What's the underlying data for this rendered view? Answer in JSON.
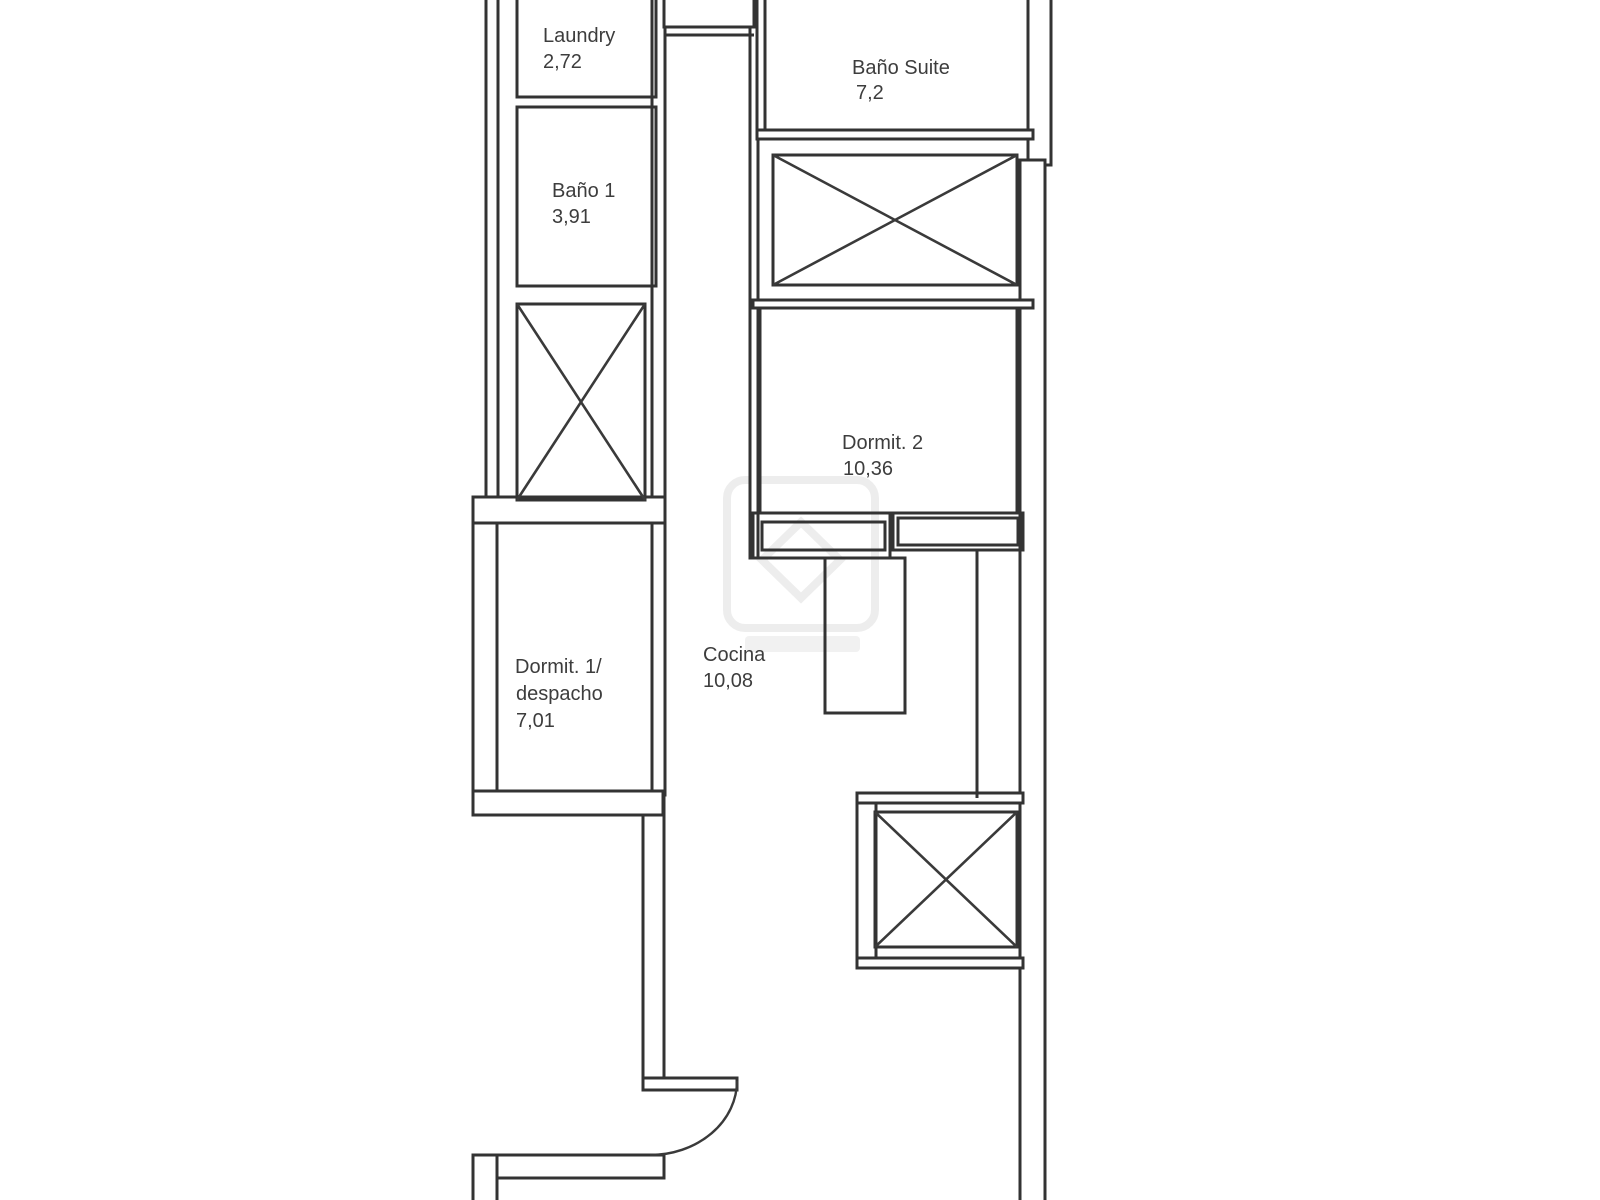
{
  "plan": {
    "background_color": "#ffffff",
    "line_color": "#333333",
    "text_color": "#3d3d3d"
  },
  "rooms": {
    "laundry": {
      "name": "Laundry",
      "area": "2,72"
    },
    "bano1": {
      "name": "Baño 1",
      "area": "3,91"
    },
    "bano_suite": {
      "name": "Baño Suite",
      "area": "7,2"
    },
    "dormit2": {
      "name": "Dormit. 2",
      "area": "10,36"
    },
    "cocina": {
      "name": "Cocina",
      "area": "10,08"
    },
    "dormit1": {
      "name_line1": "Dormit. 1/",
      "name_line2": "despacho",
      "area": "7,01"
    }
  }
}
